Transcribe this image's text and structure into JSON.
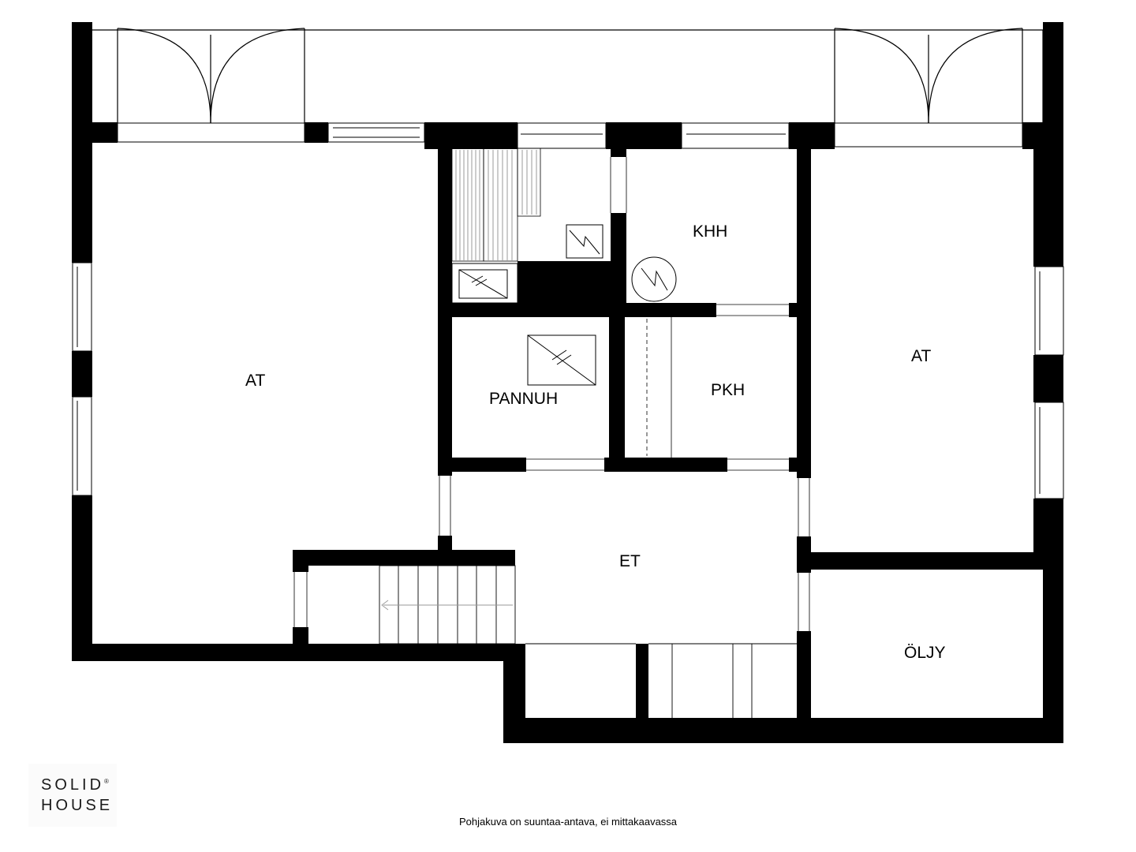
{
  "rooms": {
    "at_left": "AT",
    "at_right": "AT",
    "khh": "KHH",
    "pannuh": "PANNUH",
    "pkh": "PKH",
    "et": "ET",
    "oljy": "ÖLJY"
  },
  "logo": {
    "line1": "SOLID",
    "line2": "HOUSE",
    "registered": "®"
  },
  "caption": "Pohjakuva on suuntaa-antava, ei mittakaavassa"
}
